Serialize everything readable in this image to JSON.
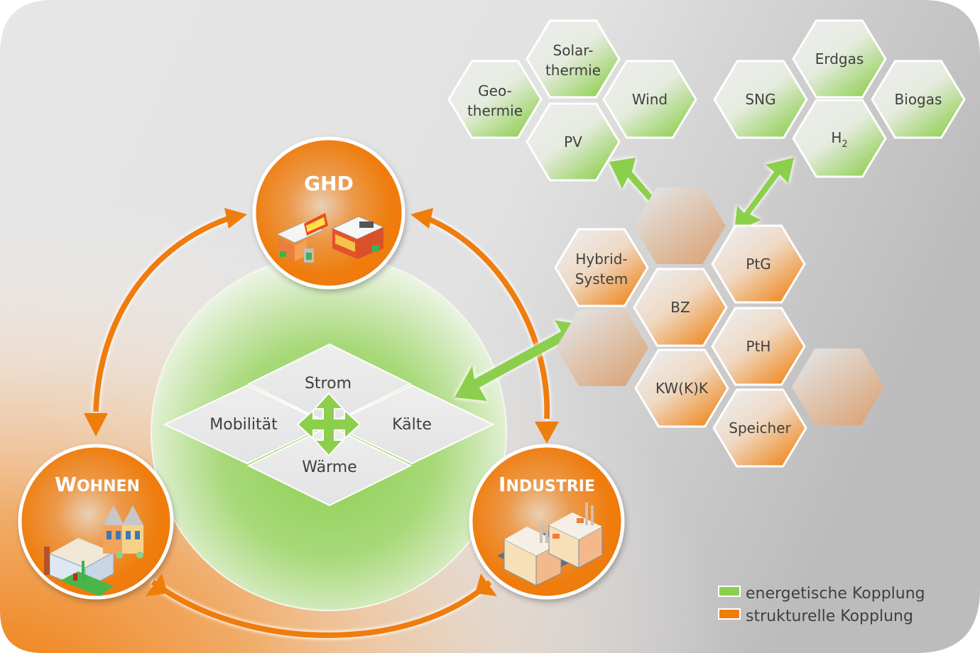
{
  "colors": {
    "green": "#8ccf4d",
    "orange": "#ef7d0b",
    "text": "#404040",
    "background_gray": "#c4c3c4"
  },
  "sectors": [
    {
      "id": "ghd",
      "title": "GHD",
      "icon": "commercial-buildings-icon"
    },
    {
      "id": "wohnen",
      "title_first": "W",
      "title_rest": "OHNEN",
      "title": "Wohnen",
      "icon": "residential-houses-icon"
    },
    {
      "id": "industrie",
      "title_first": "I",
      "title_rest": "NDUSTRIE",
      "title": "Industrie",
      "icon": "factory-buildings-icon"
    }
  ],
  "energy_forms": {
    "top": "Strom",
    "left": "Mobilität",
    "right": "Kälte",
    "bottom": "Wärme"
  },
  "renewable_sources": [
    {
      "line1": "Geo-",
      "line2": "thermie"
    },
    {
      "line1": "Solar-",
      "line2": "thermie"
    },
    {
      "line1": "Wind",
      "line2": ""
    },
    {
      "line1": "PV",
      "line2": ""
    }
  ],
  "gas_sources": [
    {
      "line1": "SNG",
      "line2": ""
    },
    {
      "line1": "Erdgas",
      "line2": ""
    },
    {
      "line1": "Biogas",
      "line2": ""
    },
    {
      "line1": "H",
      "sub": "2"
    }
  ],
  "technologies": [
    {
      "line1": "Hybrid-",
      "line2": "System"
    },
    {
      "line1": "PtG",
      "line2": ""
    },
    {
      "line1": "BZ",
      "line2": ""
    },
    {
      "line1": "PtH",
      "line2": ""
    },
    {
      "line1": "KW(K)K",
      "line2": ""
    },
    {
      "line1": "Speicher",
      "line2": ""
    }
  ],
  "legend": [
    {
      "label": "energetische Kopplung",
      "color": "#8ccf4d"
    },
    {
      "label": "strukturelle Kopplung",
      "color": "#ef7d0b"
    }
  ]
}
